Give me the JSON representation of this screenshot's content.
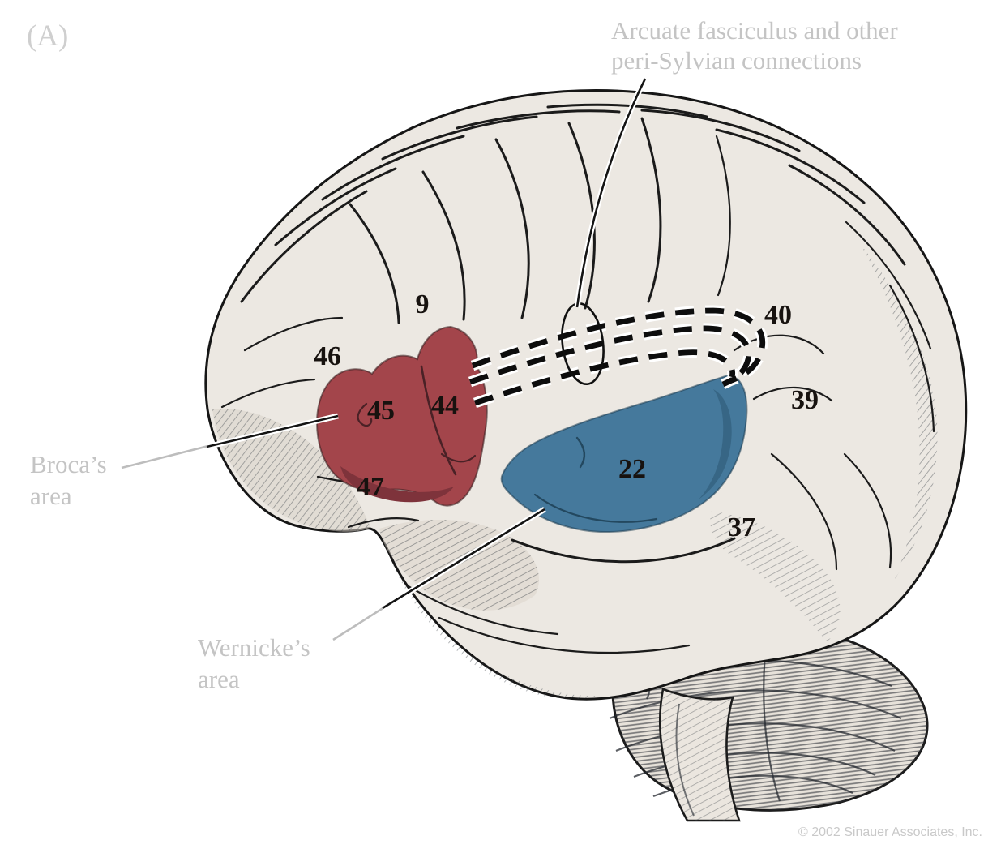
{
  "figure": {
    "panel_label": "(A)",
    "arcuate_label_line1": "Arcuate fasciculus and other",
    "arcuate_label_line2": "peri-Sylvian connections",
    "broca_label_line1": "Broca’s",
    "broca_label_line2": "area",
    "wernicke_label_line1": "Wernicke’s",
    "wernicke_label_line2": "area",
    "copyright": "© 2002 Sinauer Associates, Inc."
  },
  "brodmann_areas": {
    "a9": "9",
    "a46": "46",
    "a45": "45",
    "a44": "44",
    "a47": "47",
    "a40": "40",
    "a39": "39",
    "a22": "22",
    "a37": "37"
  },
  "colors": {
    "broca_fill": "#a3454b",
    "broca_shadow": "#7e333b",
    "wernicke_fill": "#45799c",
    "wernicke_shadow": "#33607d",
    "brain_fill": "#ece8e2",
    "brain_shadow": "#d9d2c8",
    "outline_black": "#1b1b1b",
    "label_gray": "#c4c4c4"
  }
}
